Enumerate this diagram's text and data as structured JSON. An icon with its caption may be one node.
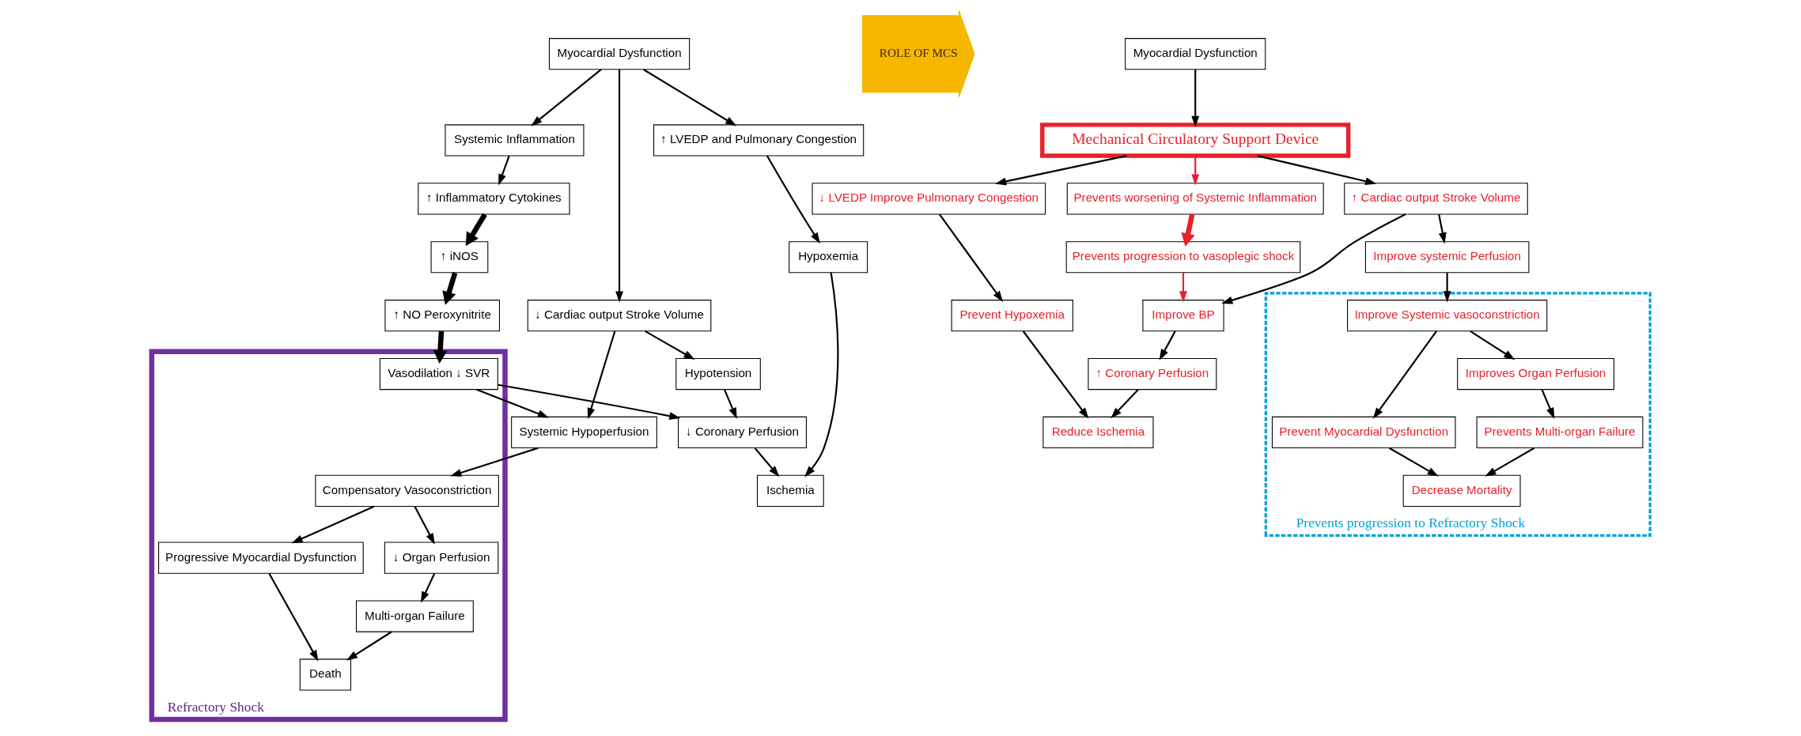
{
  "diagram": {
    "nodes": [
      {
        "text": [
          "Myocardial Dysfunction"
        ]
      },
      {
        "text": [
          "Systemic Inflammation"
        ]
      },
      {
        "text": [
          "↑ Inflammatory Cytokines"
        ]
      },
      {
        "text": [
          "↑ iNOS"
        ]
      },
      {
        "text": [
          "↑ NO Peroxynitrite"
        ]
      },
      {
        "text": [
          "↓ Cardiac output Stroke Volume"
        ]
      },
      {
        "text": [
          "↑ LVEDP and Pulmonary Congestion"
        ]
      },
      {
        "text": [
          "Systemic Hypoperfusion"
        ]
      },
      {
        "text": [
          "Hypotension"
        ]
      },
      {
        "text": [
          "Hypoxemia"
        ]
      },
      {
        "text": [
          "↓ Coronary Perfusion"
        ]
      },
      {
        "text": [
          "Ischemia"
        ]
      },
      {
        "text": [
          "Refractory Shock"
        ]
      },
      {
        "text": [
          "Vasodilation ↓ SVR"
        ],
        "in": 12
      },
      {
        "text": [
          "Compensatory Vasoconstriction"
        ],
        "in": 12
      },
      {
        "text": [
          "Progressive Myocardial Dysfunction"
        ],
        "in": 12
      },
      {
        "text": [
          "↓ Organ Perfusion"
        ],
        "in": 12
      },
      {
        "text": [
          "Multi-organ Failure"
        ],
        "in": 12
      },
      {
        "text": [
          "Death"
        ],
        "in": 12
      },
      {
        "text": [
          "ROLE OF MCS"
        ]
      },
      {
        "text": [
          "Myocardial Dysfunction"
        ]
      },
      {
        "text": [
          "Mechanical Circulatory Support Device"
        ]
      },
      {
        "text": [
          "Prevents worsening of Systemic Inflammation"
        ]
      },
      {
        "text": [
          "Prevents progression to vasoplegic shock"
        ]
      },
      {
        "text": [
          "↑ Cardiac output Stroke Volume"
        ]
      },
      {
        "text": [
          "↓ LVEDP Improve Pulmonary Congestion"
        ]
      },
      {
        "text": [
          "Improve systemic Perfusion"
        ]
      },
      {
        "text": [
          "Improve BP"
        ]
      },
      {
        "text": [
          "Prevent Hypoxemia"
        ]
      },
      {
        "text": [
          "↑ Coronary Perfusion"
        ]
      },
      {
        "text": [
          "Reduce Ischemia"
        ]
      },
      {
        "text": [
          "Prevents progression to Refractory Shock"
        ]
      },
      {
        "text": [
          "Improve Systemic vasoconstriction"
        ],
        "in": 31
      },
      {
        "text": [
          "Prevent Myocardial Dysfunction"
        ],
        "in": 31
      },
      {
        "text": [
          "Improves Organ Perfusion"
        ],
        "in": 31
      },
      {
        "text": [
          "Prevents Multi-organ Failure"
        ],
        "in": 31
      },
      {
        "text": [
          "Decrease Mortality"
        ],
        "in": 31
      }
    ],
    "edges": [
      {
        "from": 0,
        "to": 1,
        "arrow": "to"
      },
      {
        "from": 1,
        "to": 2,
        "arrow": "to"
      },
      {
        "from": 2,
        "to": 3,
        "arrow": "to",
        "style": "thick"
      },
      {
        "from": 3,
        "to": 4,
        "arrow": "to",
        "style": "thick"
      },
      {
        "from": 4,
        "to": 13,
        "arrow": "to",
        "style": "thick"
      },
      {
        "from": 0,
        "to": 5,
        "arrow": "to"
      },
      {
        "from": 0,
        "to": 6,
        "arrow": "to"
      },
      {
        "from": 5,
        "to": 7,
        "arrow": "to"
      },
      {
        "from": 5,
        "to": 8,
        "arrow": "to"
      },
      {
        "from": 6,
        "to": 9,
        "arrow": "to"
      },
      {
        "from": 7,
        "to": 14,
        "arrow": "to"
      },
      {
        "from": 8,
        "to": 10,
        "arrow": "to"
      },
      {
        "from": 10,
        "to": 11,
        "arrow": "to"
      },
      {
        "from": 9,
        "to": 11,
        "arrow": "to"
      },
      {
        "from": 13,
        "to": 7,
        "arrow": "to"
      },
      {
        "from": 13,
        "to": 10,
        "arrow": "to"
      },
      {
        "from": 14,
        "to": 15,
        "arrow": "to"
      },
      {
        "from": 14,
        "to": 16,
        "arrow": "to"
      },
      {
        "from": 15,
        "to": 18,
        "arrow": "to"
      },
      {
        "from": 16,
        "to": 17,
        "arrow": "to"
      },
      {
        "from": 17,
        "to": 18,
        "arrow": "to"
      },
      {
        "from": 20,
        "to": 21,
        "arrow": "to"
      },
      {
        "from": 21,
        "to": 22,
        "arrow": "to",
        "color": "#e8202a"
      },
      {
        "from": 22,
        "to": 23,
        "arrow": "to",
        "style": "thick",
        "color": "#e8202a"
      },
      {
        "from": 21,
        "to": 24,
        "arrow": "to"
      },
      {
        "from": 21,
        "to": 25,
        "arrow": "to"
      },
      {
        "from": 23,
        "to": 27,
        "arrow": "to",
        "color": "#e8202a"
      },
      {
        "from": 24,
        "to": 26,
        "arrow": "to"
      },
      {
        "from": 24,
        "to": 27,
        "arrow": "to"
      },
      {
        "from": 25,
        "to": 28,
        "arrow": "to"
      },
      {
        "from": 26,
        "to": 32,
        "arrow": "to"
      },
      {
        "from": 27,
        "to": 29,
        "arrow": "to"
      },
      {
        "from": 29,
        "to": 30,
        "arrow": "to"
      },
      {
        "from": 28,
        "to": 30,
        "arrow": "to"
      },
      {
        "from": 32,
        "to": 33,
        "arrow": "to"
      },
      {
        "from": 32,
        "to": 34,
        "arrow": "to"
      },
      {
        "from": 33,
        "to": 36,
        "arrow": "to"
      },
      {
        "from": 34,
        "to": 35,
        "arrow": "to"
      },
      {
        "from": 35,
        "to": 36,
        "arrow": "to"
      }
    ]
  }
}
